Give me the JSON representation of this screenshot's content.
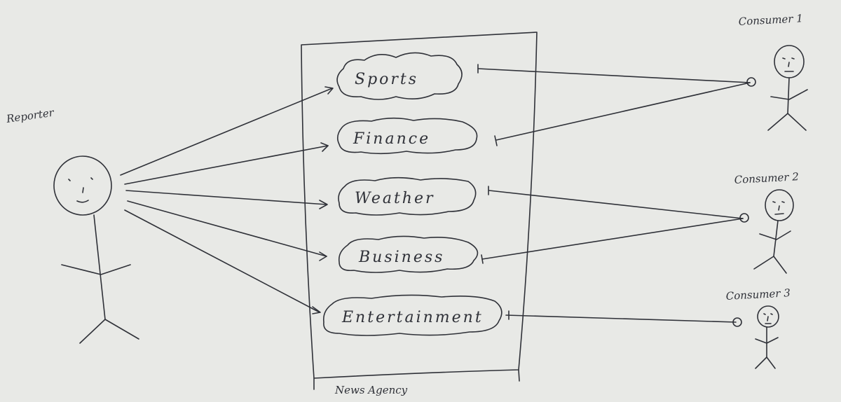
{
  "system": {
    "label": "News Agency"
  },
  "actors": {
    "reporter": {
      "label": "Reporter"
    },
    "consumer1": {
      "label": "Consumer 1"
    },
    "consumer2": {
      "label": "Consumer 2"
    },
    "consumer3": {
      "label": "Consumer 3"
    }
  },
  "use_cases": [
    {
      "id": "sports",
      "label": "Sports"
    },
    {
      "id": "finance",
      "label": "Finance"
    },
    {
      "id": "weather",
      "label": "Weather"
    },
    {
      "id": "business",
      "label": "Business"
    },
    {
      "id": "entertainment",
      "label": "Entertainment"
    }
  ],
  "connections": [
    {
      "from": "reporter",
      "to": "sports"
    },
    {
      "from": "reporter",
      "to": "finance"
    },
    {
      "from": "reporter",
      "to": "weather"
    },
    {
      "from": "reporter",
      "to": "business"
    },
    {
      "from": "reporter",
      "to": "entertainment"
    },
    {
      "from": "consumer1",
      "to": "sports"
    },
    {
      "from": "consumer1",
      "to": "finance"
    },
    {
      "from": "consumer2",
      "to": "weather"
    },
    {
      "from": "consumer2",
      "to": "business"
    },
    {
      "from": "consumer3",
      "to": "entertainment"
    }
  ]
}
